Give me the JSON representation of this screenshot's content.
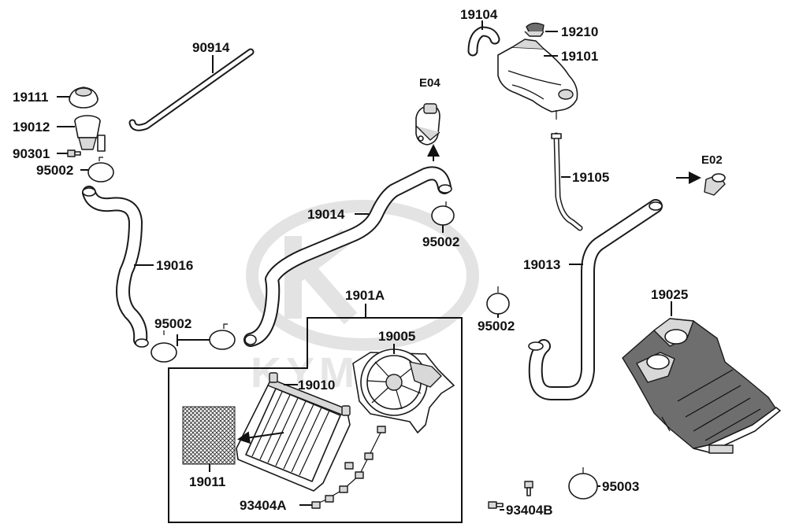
{
  "watermark": {
    "brand": "KYMCO"
  },
  "labels": {
    "p90914": "90914",
    "p19111": "19111",
    "p19012": "19012",
    "p90301": "90301",
    "p95002_a": "95002",
    "p19016": "19016",
    "p95002_b": "95002",
    "p19014": "19014",
    "pE04": "E04",
    "p95002_c": "95002",
    "p19104": "19104",
    "p19210": "19210",
    "p19101": "19101",
    "p19105": "19105",
    "pE02": "E02",
    "p19013": "19013",
    "p1901A": "1901A",
    "p19005": "19005",
    "p19010": "19010",
    "p19011": "19011",
    "p93404A": "93404A",
    "p95002_d": "95002",
    "p19025": "19025",
    "p93404B": "93404B",
    "p95003": "95003"
  }
}
